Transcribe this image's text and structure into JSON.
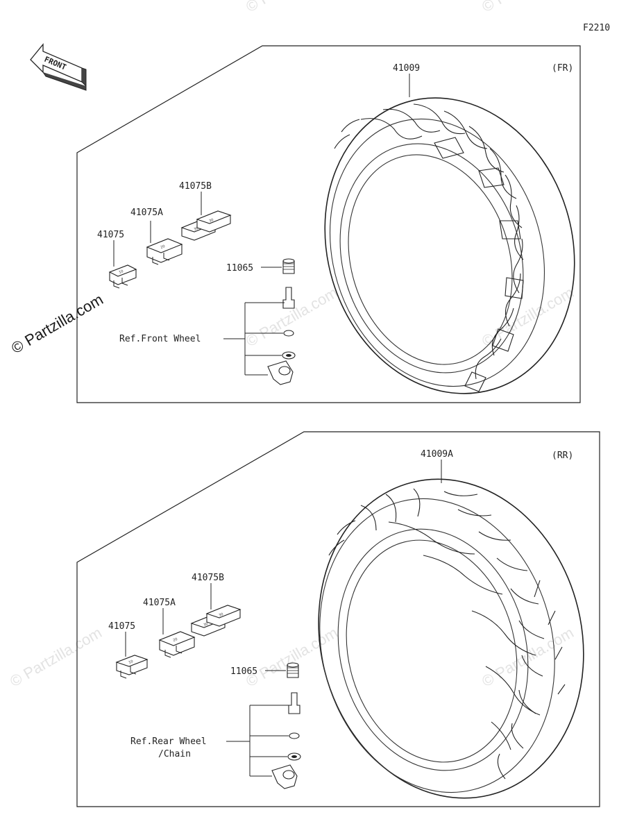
{
  "page": {
    "code": "F2210",
    "watermark": "© Partzilla.com",
    "front_arrow": "FRONT"
  },
  "front_panel": {
    "position": "(FR)",
    "tire_part": "41009",
    "valve_part": "11065",
    "weights": [
      "41075",
      "41075A",
      "41075B"
    ],
    "ref_text": "Ref.Front Wheel"
  },
  "rear_panel": {
    "position": "(RR)",
    "tire_part": "41009A",
    "valve_part": "11065",
    "weights": [
      "41075",
      "41075A",
      "41075B"
    ],
    "ref_text_line1": "Ref.Rear Wheel",
    "ref_text_line2": "/Chain"
  }
}
